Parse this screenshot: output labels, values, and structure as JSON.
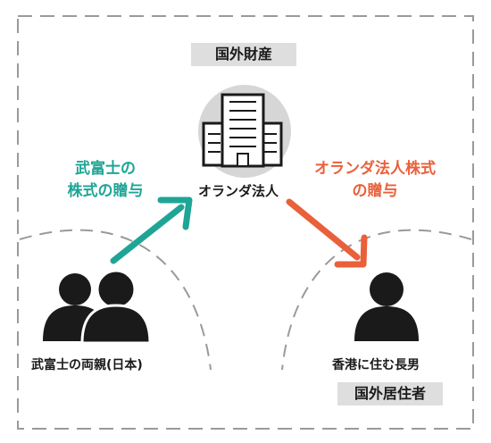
{
  "badges": {
    "foreign_asset": "国外財産",
    "foreign_resident": "国外居住者"
  },
  "entities": {
    "company": "オランダ法人",
    "parents": "武富士の両親(日本)",
    "son": "香港に住む長男"
  },
  "flows": {
    "gift_from_parents": [
      "武富士の",
      "株式の贈与"
    ],
    "gift_from_company": [
      "オランダ法人株式",
      "の贈与"
    ]
  },
  "colors": {
    "green_arrow": "#1fa596",
    "orange_arrow": "#e9603a",
    "person": "#1a1a1a",
    "building_bg": "#d6d6d6",
    "dashed_line": "#9a9a9a"
  },
  "icons": [
    "building-icon",
    "parents-icon",
    "son-icon"
  ]
}
